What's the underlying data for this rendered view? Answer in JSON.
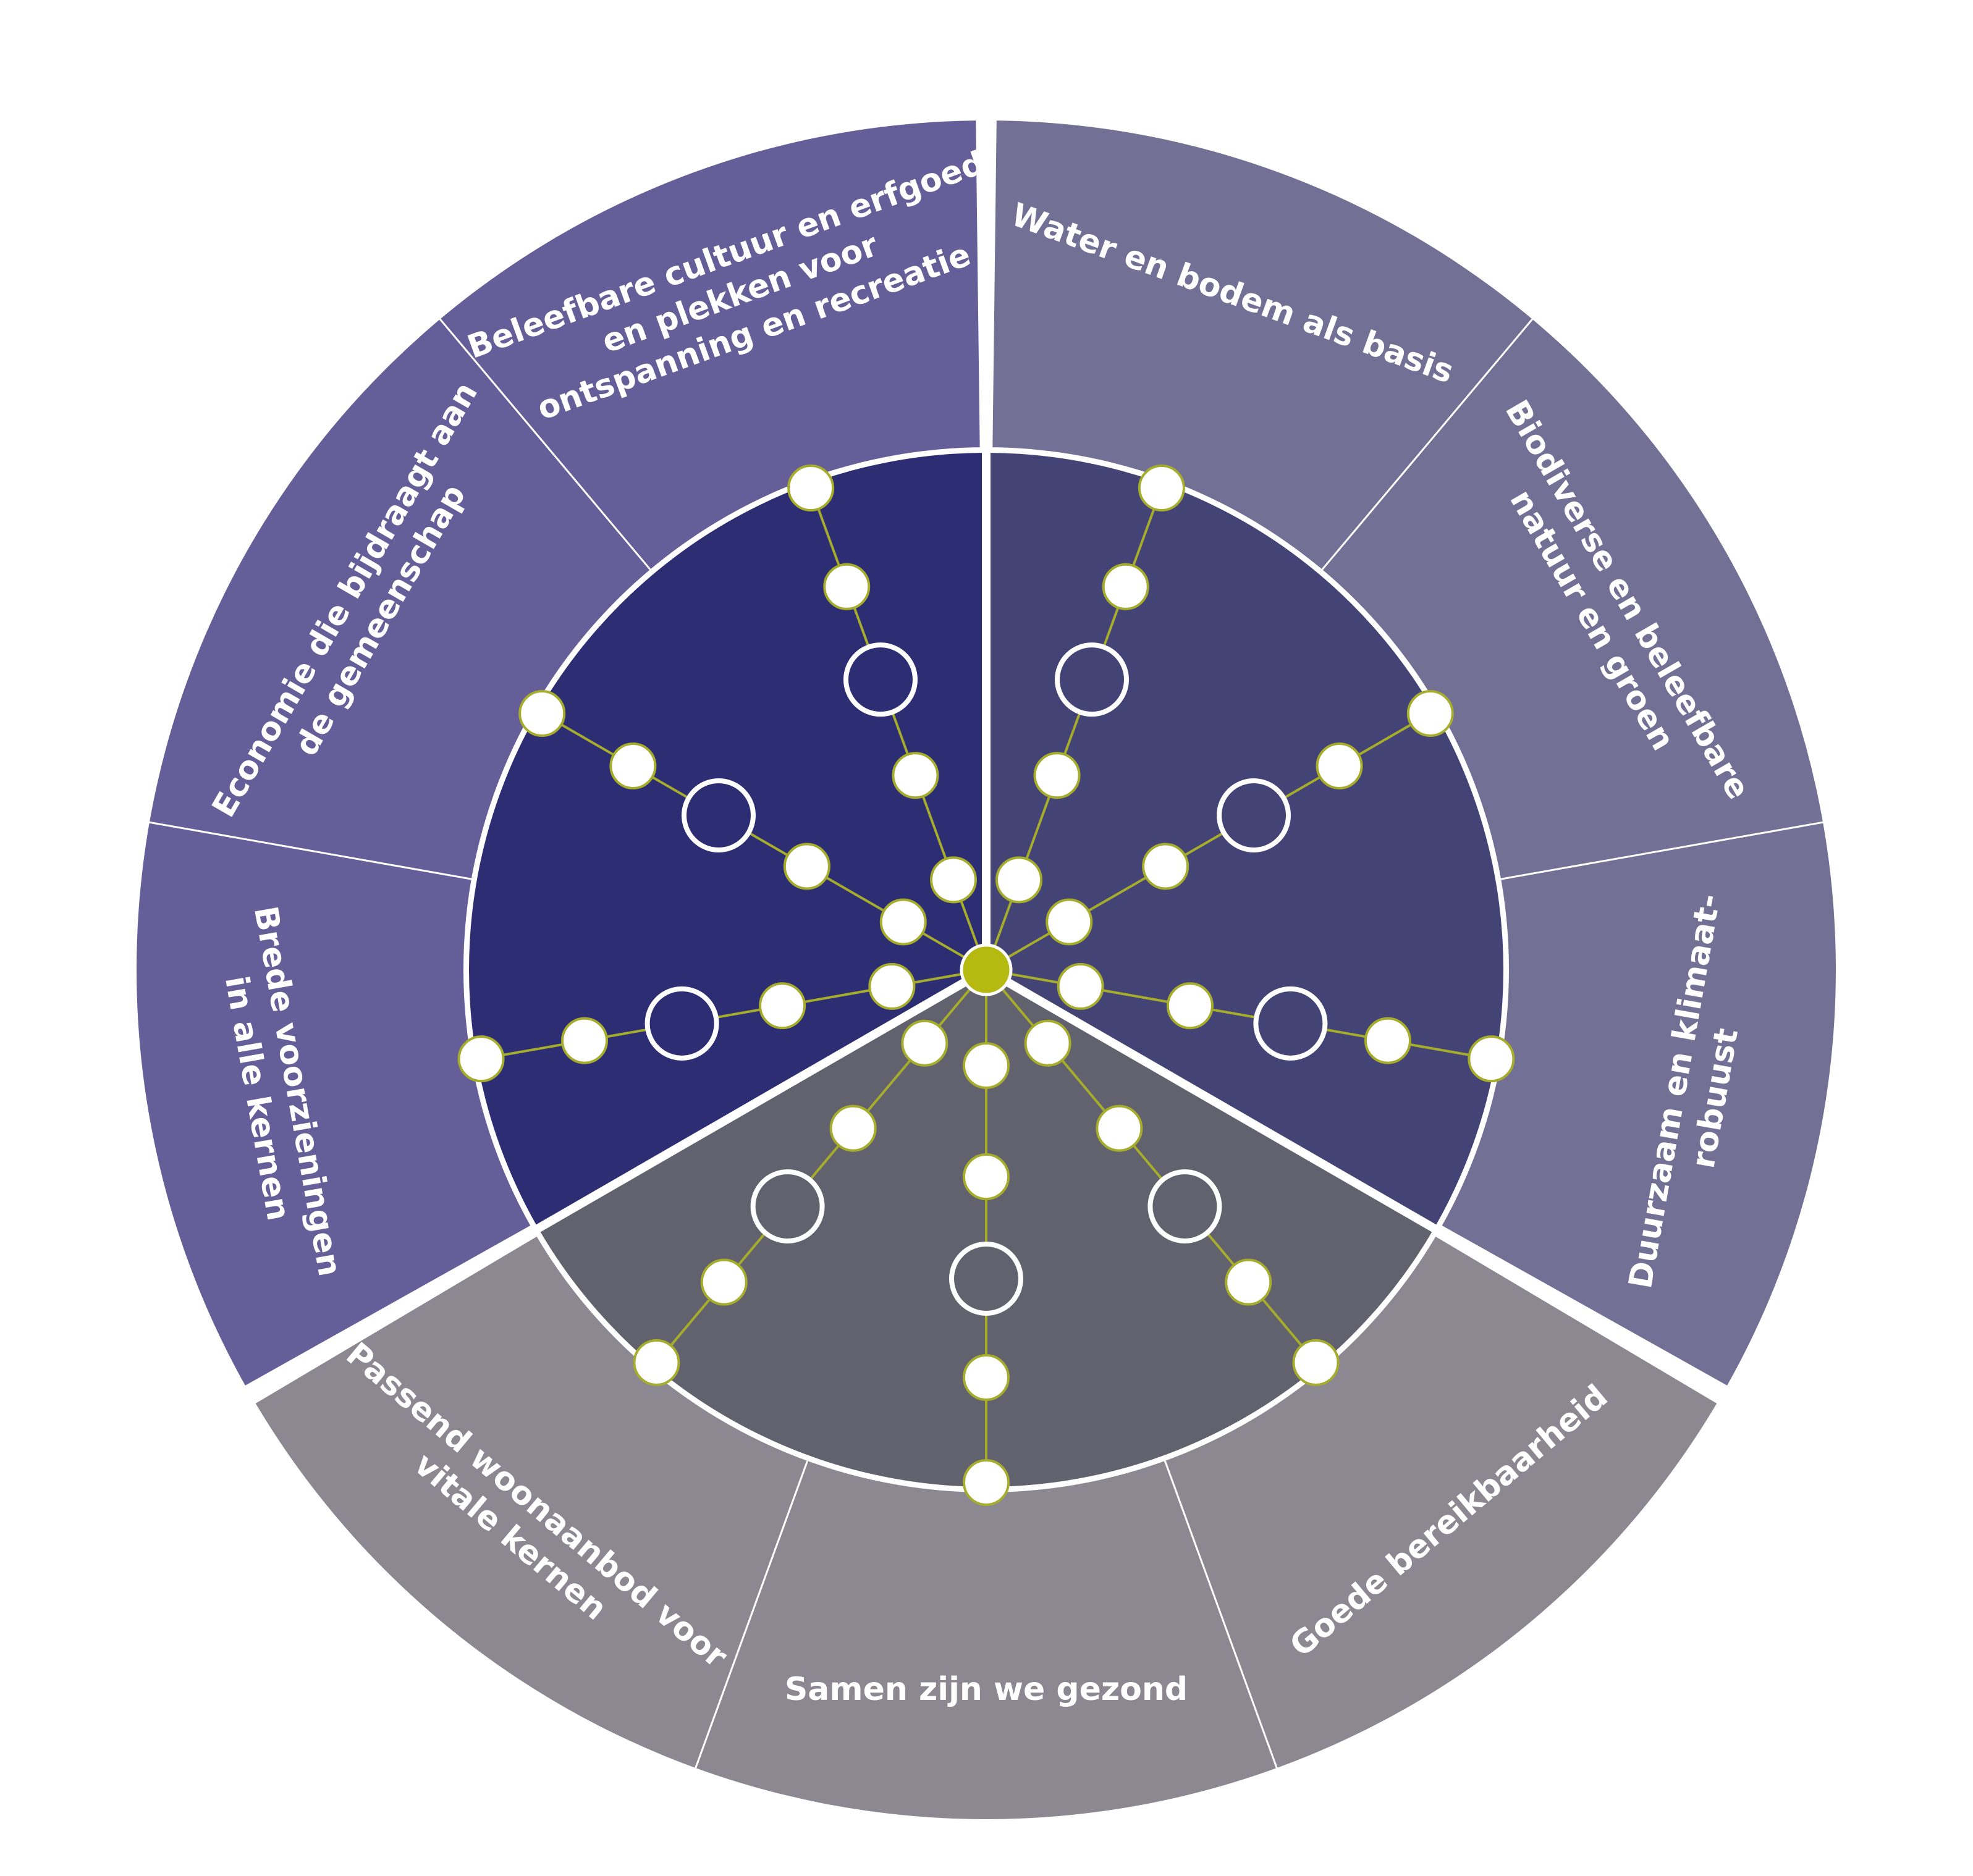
{
  "colors": {
    "background": "#ffffff",
    "outer_purple": "#655e98",
    "outer_slate": "#737096",
    "outer_grey": "#8b8891",
    "inner_navy": "#2c2d73",
    "inner_indigo": "#434375",
    "inner_grey": "#61626e",
    "divider": "#ffffff",
    "connector": "#a6ac2b",
    "hub": "#b6ba10",
    "node_fill": "#ffffff"
  },
  "segments": [
    {
      "id": "cultuur",
      "lines": [
        "Beleefbare cultuur en erfgoed",
        "en plekken voor",
        "ontspanning en recreatie"
      ]
    },
    {
      "id": "water",
      "lines": [
        "Water en bodem als basis"
      ]
    },
    {
      "id": "biodiversiteit",
      "lines": [
        "Biodiverse en beleefbare",
        "natuur en groen"
      ]
    },
    {
      "id": "klimaat",
      "lines": [
        "Duurzaam en klimaat-",
        "robuust"
      ]
    },
    {
      "id": "bereikbaarheid",
      "lines": [
        "Goede bereikbaarheid"
      ]
    },
    {
      "id": "gezond",
      "lines": [
        "Samen zijn we gezond"
      ]
    },
    {
      "id": "wonen",
      "lines": [
        "Passend woonaanbod voor",
        "vitale kernen"
      ]
    },
    {
      "id": "voorzieningen",
      "lines": [
        "Brede voorzieningen",
        "in alle kernen"
      ]
    },
    {
      "id": "economie",
      "lines": [
        "Economie die bijdraagt aan",
        "de gemeenschap"
      ]
    }
  ]
}
